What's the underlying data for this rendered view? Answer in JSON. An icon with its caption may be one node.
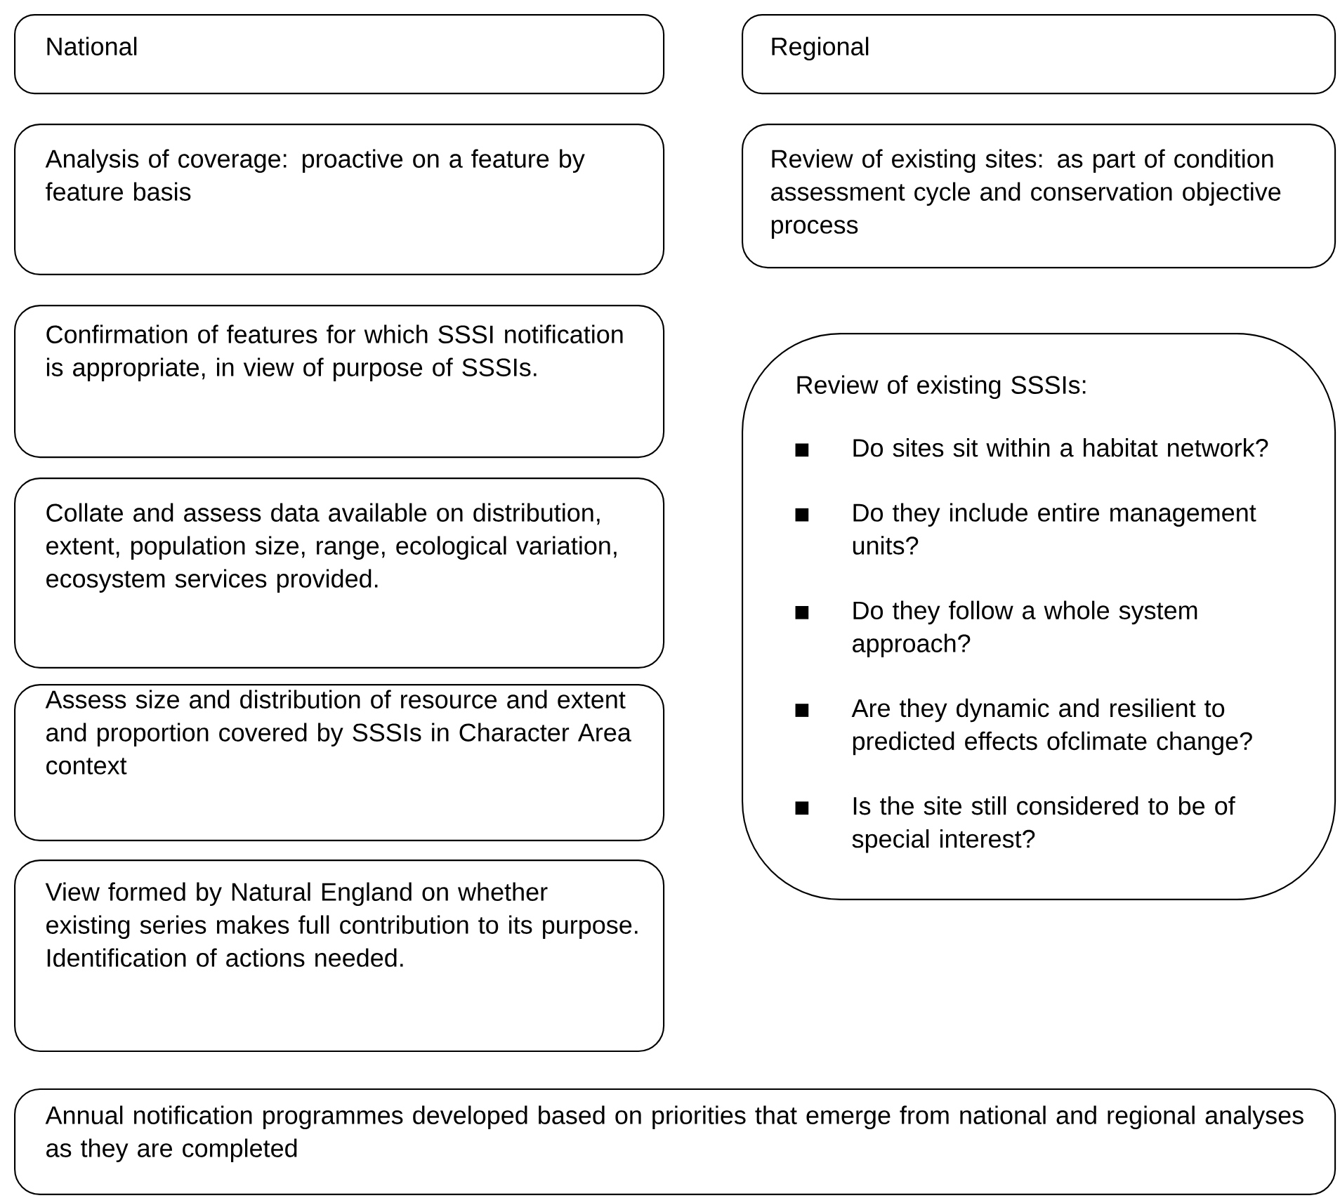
{
  "diagram": {
    "nodes": [
      {
        "text": [
          "National"
        ]
      },
      {
        "text": [
          "Regional"
        ]
      },
      {
        "text": [
          "Analysis of coverage: proactive on a feature by feature basis"
        ]
      },
      {
        "text": [
          "Review of existing sites: as part of condition assessment cycle and conservation objective process"
        ]
      },
      {
        "text": [
          "Confirmation of features for which SSSI notification is appropriate, in view of purpose of SSSIs."
        ]
      },
      {
        "text": [
          "Review of existing SSSIs:",
          "Do sites sit within a habitat network?",
          "Do they include entire management units?",
          "Do they follow a whole system approach?",
          "Are they dynamic and resilient to predicted effects ofclimate change?",
          "Is the site still considered to be of special interest?"
        ]
      },
      {
        "text": [
          "Collate and assess data available on distribution, extent, population size, range, ecological variation, ecosystem services provided."
        ]
      },
      {
        "text": [
          "Assess size and distribution of resource and extent and proportion covered by SSSIs in Character Area context"
        ]
      },
      {
        "text": [
          "View formed by Natural England on whether existing series makes full contribution to its purpose. Identification of actions needed."
        ]
      },
      {
        "text": [
          "Annual notification programmes developed based on priorities that emerge from national and regional analyses as they are completed"
        ]
      }
    ]
  }
}
